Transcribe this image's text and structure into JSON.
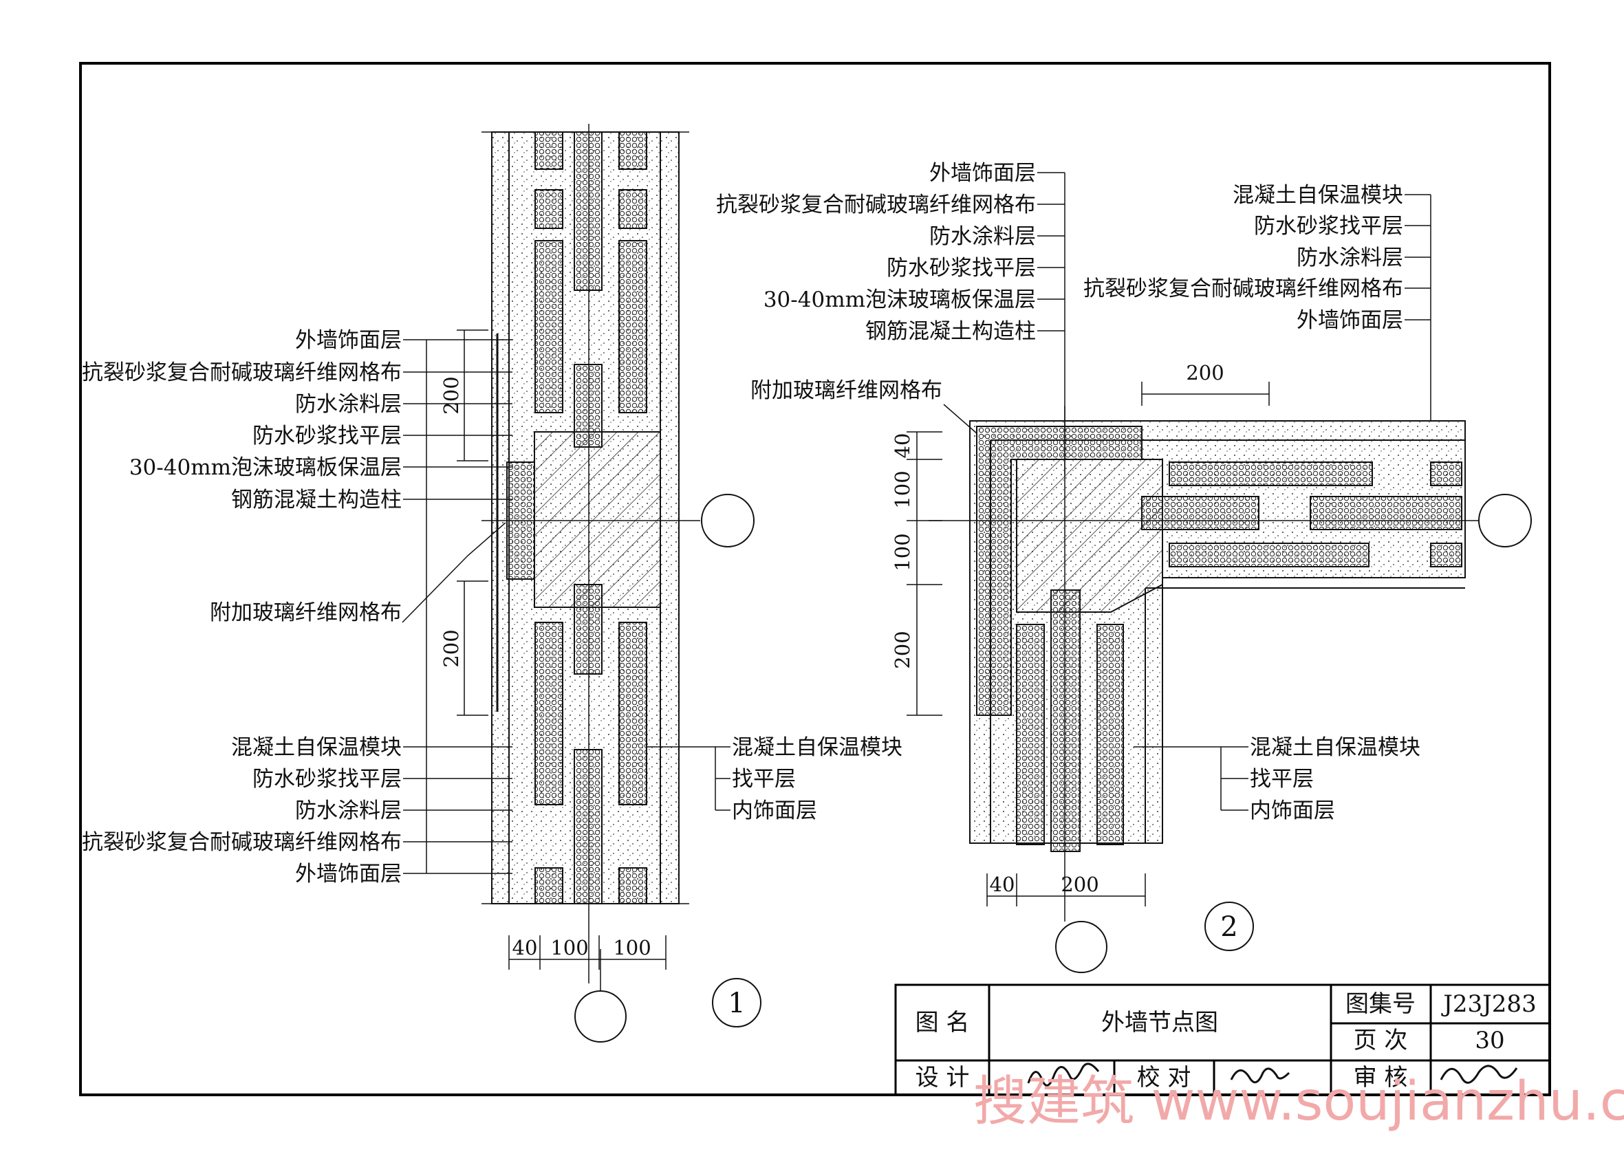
{
  "detail1": {
    "labels_left_top": [
      "外墙饰面层",
      "抗裂砂浆复合耐碱玻璃纤维网格布",
      "防水涂料层",
      "防水砂浆找平层",
      "30-40mm泡沫玻璃板保温层",
      "钢筋混凝土构造柱"
    ],
    "label_mesh": "附加玻璃纤维网格布",
    "labels_left_bottom": [
      "混凝土自保温模块",
      "防水砂浆找平层",
      "防水涂料层",
      "抗裂砂浆复合耐碱玻璃纤维网格布",
      "外墙饰面层"
    ],
    "labels_right_bottom": [
      "混凝土自保温模块",
      "找平层",
      "内饰面层"
    ],
    "dims_vertical": [
      "200",
      "200"
    ],
    "dims_bottom": [
      "40",
      "100",
      "100"
    ],
    "number": "1"
  },
  "detail2": {
    "labels_left_top": [
      "外墙饰面层",
      "抗裂砂浆复合耐碱玻璃纤维网格布",
      "防水涂料层",
      "防水砂浆找平层",
      "30-40mm泡沫玻璃板保温层",
      "钢筋混凝土构造柱"
    ],
    "label_mesh": "附加玻璃纤维网格布",
    "labels_right_top": [
      "混凝土自保温模块",
      "防水砂浆找平层",
      "防水涂料层",
      "抗裂砂浆复合耐碱玻璃纤维网格布",
      "外墙饰面层"
    ],
    "labels_right_bottom": [
      "混凝土自保温模块",
      "找平层",
      "内饰面层"
    ],
    "dim_top": "200",
    "dims_vertical": [
      "40",
      "100",
      "100",
      "200"
    ],
    "dims_bottom": [
      "40",
      "200"
    ],
    "number": "2"
  },
  "title_block": {
    "name_label": "图  名",
    "title": "外墙节点图",
    "atlas_label": "图集号",
    "atlas_value": "J23J283",
    "page_label": "页  次",
    "page_value": "30",
    "design_label": "设  计",
    "check_label": "校  对",
    "review_label": "审  核"
  },
  "watermark": "搜建筑 www.soujianzhu.cn"
}
